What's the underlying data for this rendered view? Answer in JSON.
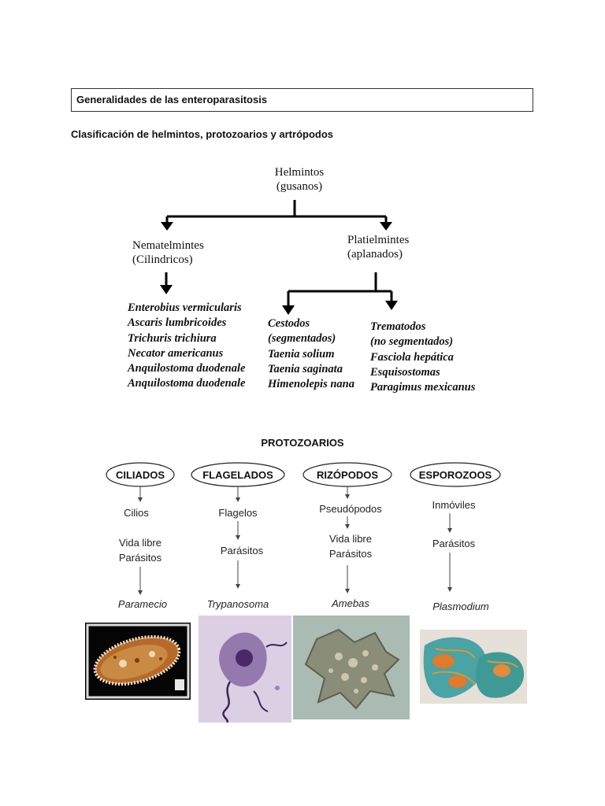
{
  "header": {
    "title": "Generalidades de las enteroparasitosis"
  },
  "subtitle": "Clasificación de helmintos, protozoarios y artrópodos",
  "helmintos": {
    "root": [
      "Helmintos",
      "(gusanos)"
    ],
    "nematelmintes": {
      "label": [
        "Nematelmintes",
        "(Cilindricos)"
      ],
      "species": [
        "Enterobius vermicularis",
        "Ascaris lumbricoides",
        "Trichuris trichiura",
        "Necator americanus",
        "Anquilostoma duodenale",
        "Anquilostoma duodenale"
      ]
    },
    "platielmintes": {
      "label": [
        "Platielmintes",
        "(aplanados)"
      ],
      "cestodos": [
        "Cestodos",
        "(segmentados)",
        "Taenia solium",
        "Taenia saginata",
        "Himenolepis nana"
      ],
      "trematodos": [
        "Trematodos",
        "(no segmentados)",
        "Fasciola hepática",
        "Esquisostomas",
        "Paragimus mexicanus"
      ]
    }
  },
  "protozoarios": {
    "title": "PROTOZOARIOS",
    "groups": [
      {
        "name": "CILIADOS",
        "lines1": [
          "Cilios"
        ],
        "lines2": [
          "Vida libre",
          "Parásitos"
        ],
        "genus": "Paramecio"
      },
      {
        "name": "FLAGELADOS",
        "lines1": [
          "Flagelos"
        ],
        "lines2": [
          "Parásitos"
        ],
        "genus": "Trypanosoma"
      },
      {
        "name": "RIZÓPODOS",
        "lines1": [
          "Pseudópodos"
        ],
        "lines2": [
          "Vida libre",
          "Parásitos"
        ],
        "genus": "Amebas"
      },
      {
        "name": "ESPOROZOOS",
        "lines1": [
          "Inmóviles"
        ],
        "lines2": [
          "Parásitos"
        ],
        "genus": "Plasmodium"
      }
    ]
  }
}
